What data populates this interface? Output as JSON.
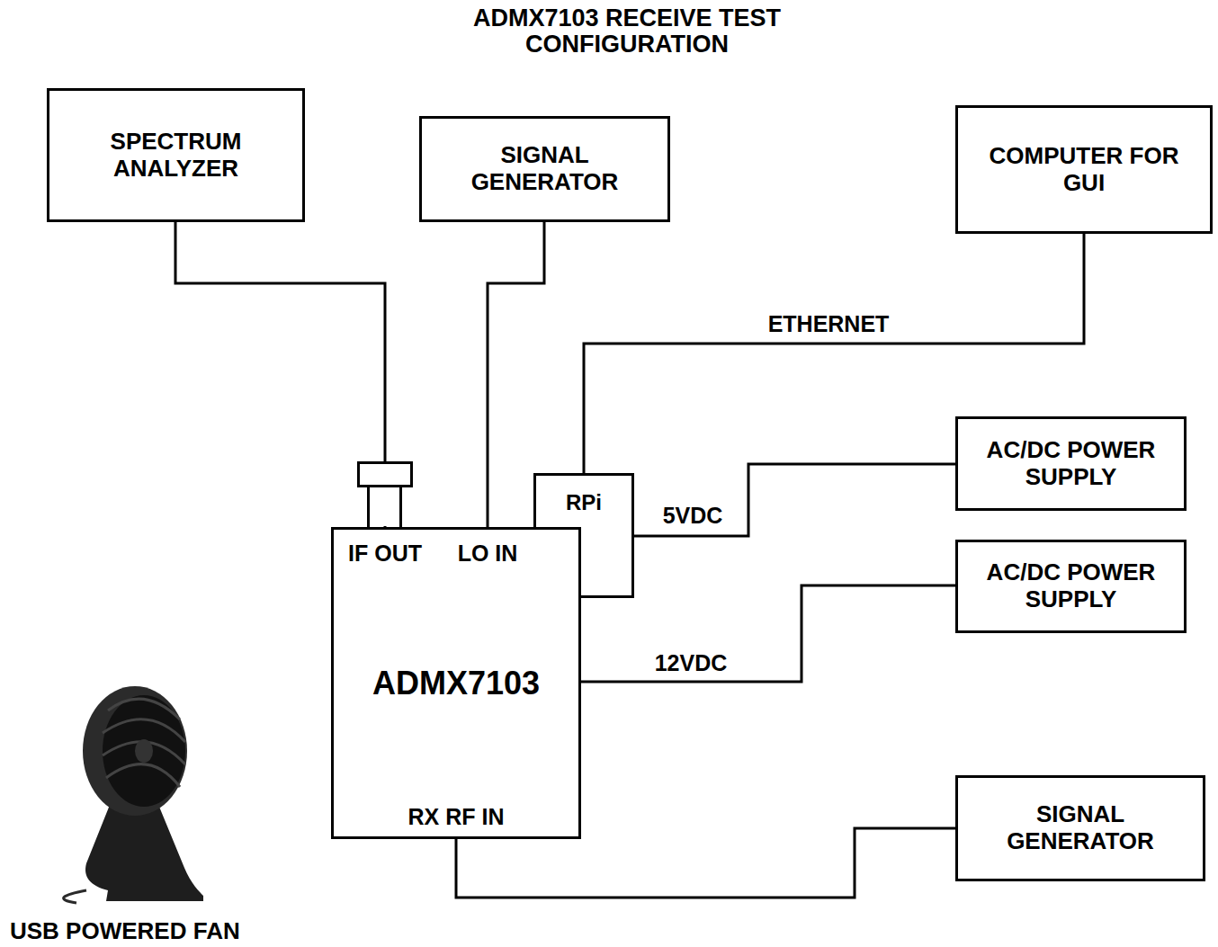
{
  "diagram": {
    "title": "ADMX7103 RECEIVE TEST CONFIGURATION",
    "nodes": [
      {
        "text": [
          "SPECTRUM ANALYZER"
        ]
      },
      {
        "text": [
          "SIGNAL GENERATOR"
        ]
      },
      {
        "text": [
          "COMPUTER FOR GUI"
        ]
      },
      {
        "text": [
          "RPi"
        ]
      },
      {
        "text": [
          "AC/DC POWER SUPPLY"
        ]
      },
      {
        "text": [
          "AC/DC POWER SUPPLY"
        ]
      },
      {
        "text": [
          "ADMX7103"
        ]
      },
      {
        "text": [
          "SIGNAL GENERATOR"
        ]
      }
    ],
    "edges": [
      {
        "from": 0,
        "to": 6,
        "arrow": "none"
      },
      {
        "from": 1,
        "to": 6,
        "arrow": "none"
      },
      {
        "from": 2,
        "to": 3,
        "label": "ETHERNET",
        "arrow": "none"
      },
      {
        "from": 4,
        "to": 3,
        "label": "5VDC",
        "arrow": "none"
      },
      {
        "from": 5,
        "to": 6,
        "label": "12VDC",
        "arrow": "none"
      },
      {
        "from": 7,
        "to": 6,
        "arrow": "none"
      }
    ],
    "labels": [
      "IF OUT",
      "LO IN",
      "RX RF IN",
      "USB POWERED FAN"
    ]
  }
}
